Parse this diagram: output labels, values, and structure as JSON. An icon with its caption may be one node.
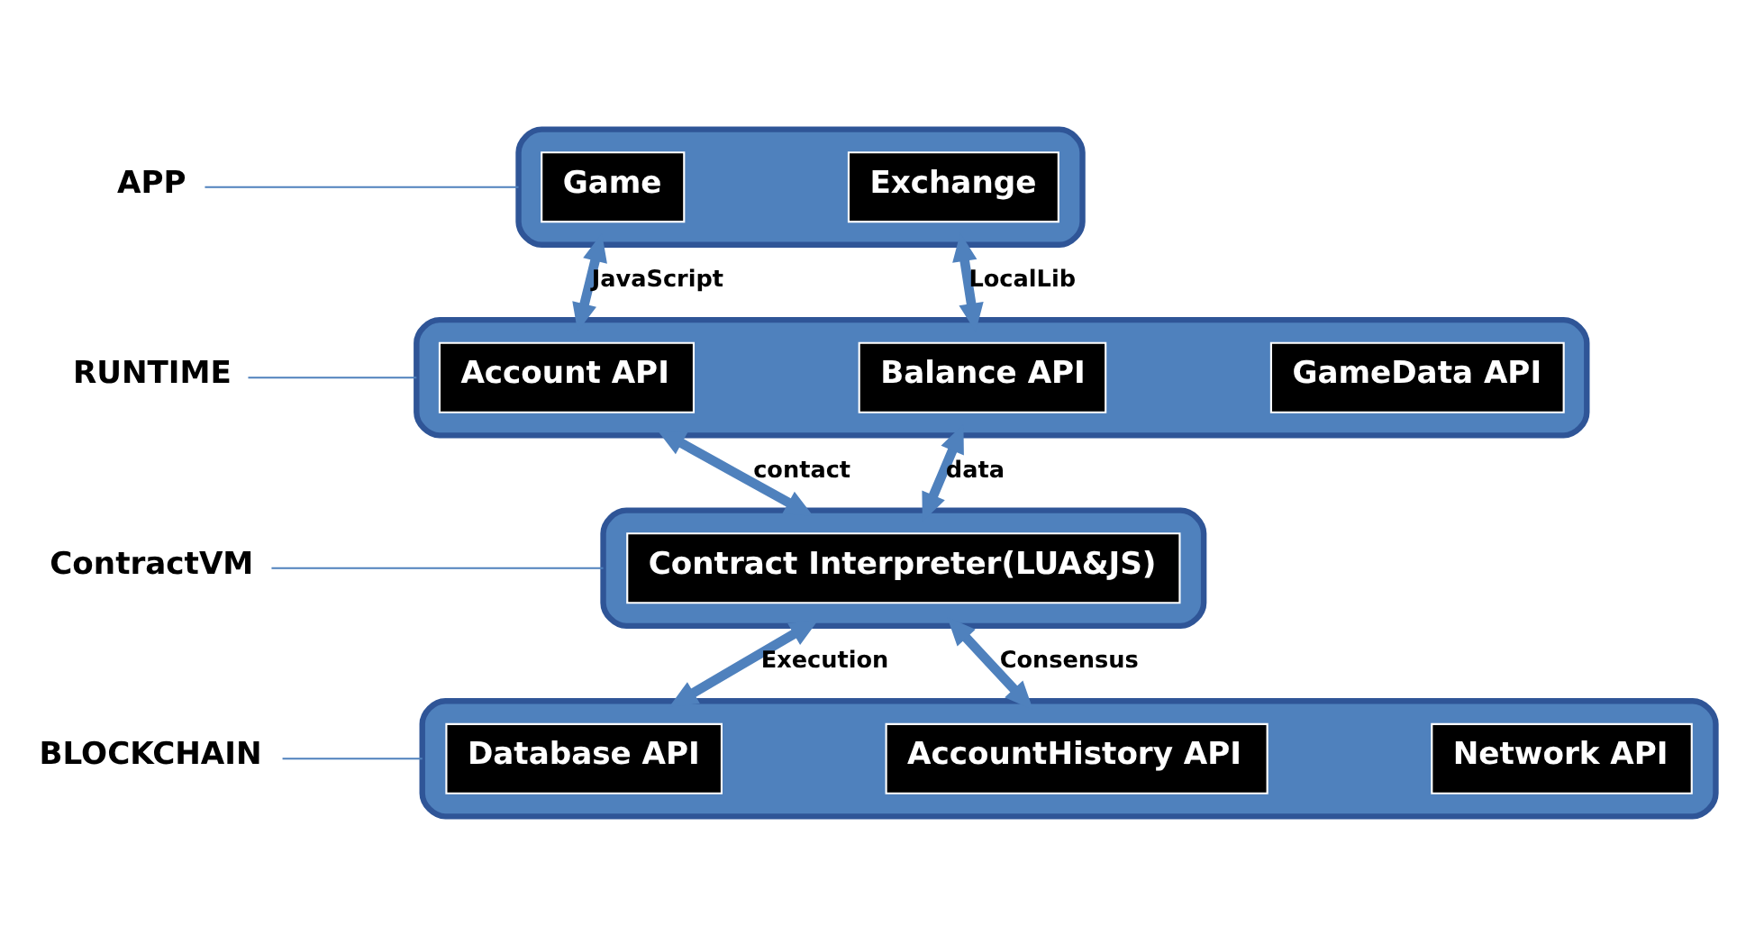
{
  "diagram": {
    "nodes": [
      {
        "text": [
          "APP"
        ]
      },
      {
        "text": [],
        "shape": "box"
      },
      {
        "text": [
          "Game"
        ],
        "in": 1
      },
      {
        "text": [
          "Exchange"
        ],
        "in": 1
      },
      {
        "text": [
          "RUNTIME"
        ]
      },
      {
        "text": [],
        "shape": "box"
      },
      {
        "text": [
          "Account API"
        ],
        "in": 5
      },
      {
        "text": [
          "Balance API"
        ],
        "in": 5
      },
      {
        "text": [
          "GameData API"
        ],
        "in": 5
      },
      {
        "text": [
          "ContractVM"
        ]
      },
      {
        "text": [],
        "shape": "box"
      },
      {
        "text": [
          "Contract Interpreter(LUA&JS)"
        ],
        "in": 10
      },
      {
        "text": [
          "BLOCKCHAIN"
        ]
      },
      {
        "text": [],
        "shape": "box"
      },
      {
        "text": [
          "Database API"
        ],
        "in": 13
      },
      {
        "text": [
          "AccountHistory API"
        ],
        "in": 13
      },
      {
        "text": [
          "Network API"
        ],
        "in": 13
      }
    ],
    "edges": [
      {
        "from": 0,
        "to": 1,
        "arrow": "none"
      },
      {
        "from": 4,
        "to": 5,
        "arrow": "none"
      },
      {
        "from": 9,
        "to": 10,
        "arrow": "none"
      },
      {
        "from": 12,
        "to": 13,
        "arrow": "none"
      },
      {
        "from": 1,
        "to": 5,
        "arrow": "both",
        "label": "JavaScript"
      },
      {
        "from": 1,
        "to": 5,
        "arrow": "both",
        "label": "LocalLib"
      },
      {
        "from": 5,
        "to": 10,
        "arrow": "both",
        "label": "contact"
      },
      {
        "from": 5,
        "to": 10,
        "arrow": "both",
        "label": "data"
      },
      {
        "from": 10,
        "to": 13,
        "arrow": "both",
        "label": "Execution"
      },
      {
        "from": 10,
        "to": 13,
        "arrow": "both",
        "label": "Consensus"
      }
    ]
  }
}
